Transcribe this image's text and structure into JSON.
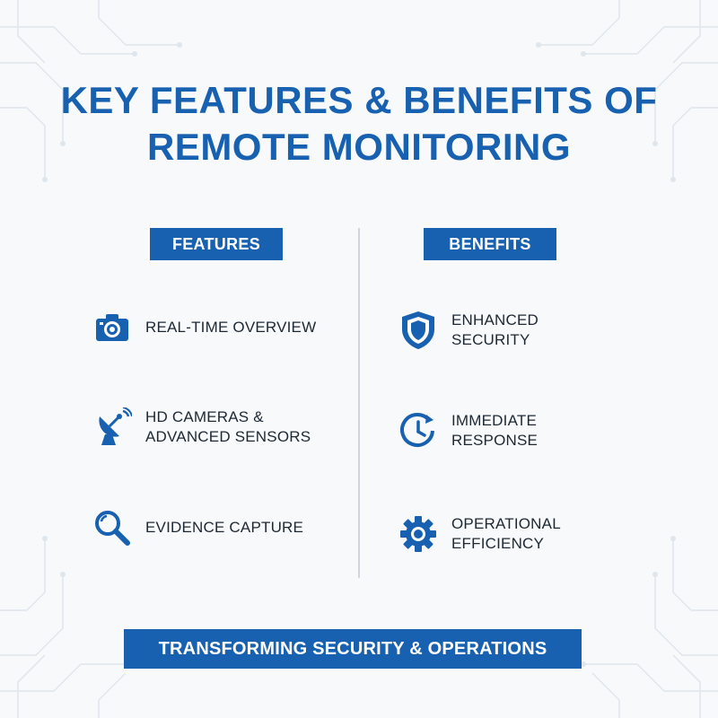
{
  "title": {
    "line1": "KEY FEATURES & BENEFITS OF",
    "line2": "REMOTE MONITORING"
  },
  "features": {
    "header": "FEATURES",
    "items": [
      {
        "icon": "camera-icon",
        "line1": "REAL-TIME OVERVIEW",
        "line2": ""
      },
      {
        "icon": "satellite-dish-icon",
        "line1": "HD CAMERAS &",
        "line2": "ADVANCED SENSORS"
      },
      {
        "icon": "magnifier-icon",
        "line1": "EVIDENCE CAPTURE",
        "line2": ""
      }
    ]
  },
  "benefits": {
    "header": "BENEFITS",
    "items": [
      {
        "icon": "shield-icon",
        "line1": "ENHANCED",
        "line2": "SECURITY"
      },
      {
        "icon": "clock-icon",
        "line1": "IMMEDIATE",
        "line2": "RESPONSE"
      },
      {
        "icon": "gear-icon",
        "line1": "OPERATIONAL",
        "line2": "EFFICIENCY"
      }
    ]
  },
  "footer": "TRANSFORMING SECURITY & OPERATIONS",
  "colors": {
    "accent": "#1761b0",
    "text": "#1e2833",
    "background": "#f7f9fb"
  }
}
